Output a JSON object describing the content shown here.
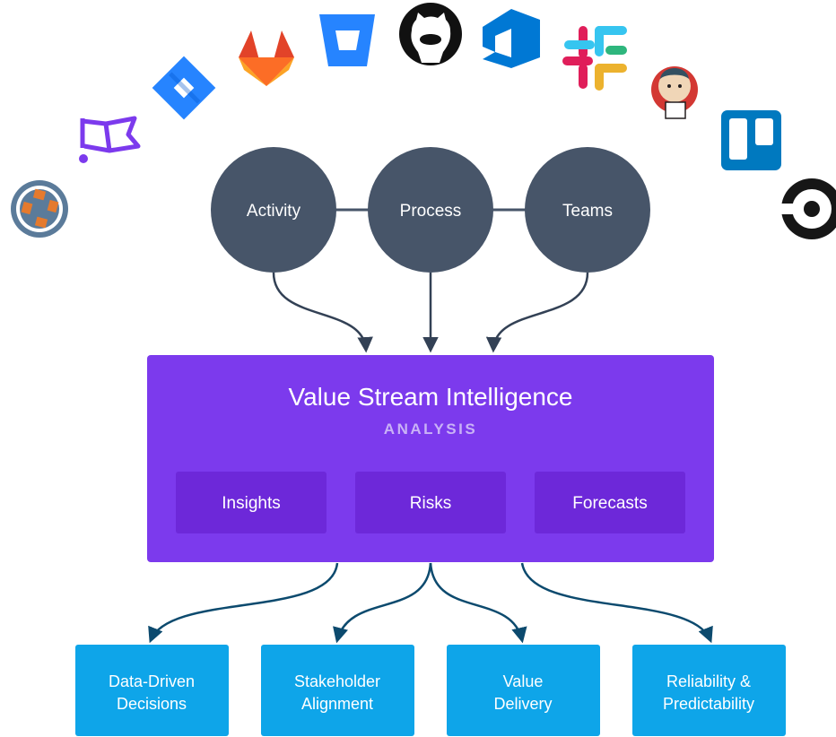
{
  "sources": [
    "Activity",
    "Process",
    "Teams"
  ],
  "hub": {
    "title": "Value Stream Intelligence",
    "subtitle": "ANALYSIS",
    "items": [
      "Insights",
      "Risks",
      "Forecasts"
    ]
  },
  "outcomes": [
    {
      "line1": "Data-Driven",
      "line2": "Decisions"
    },
    {
      "line1": "Stakeholder",
      "line2": "Alignment"
    },
    {
      "line1": "Value",
      "line2": "Delivery"
    },
    {
      "line1": "Reliability &",
      "line2": "Predictability"
    }
  ],
  "integration_logos": [
    "pivotal-tracker-icon",
    "flag-icon",
    "jira-icon",
    "gitlab-icon",
    "bitbucket-icon",
    "github-icon",
    "azure-devops-icon",
    "slack-icon",
    "jenkins-icon",
    "trello-icon",
    "circleci-icon"
  ],
  "colors": {
    "node": "#475569",
    "hub": "#7c3aed",
    "hub_inner": "#6d28d9",
    "outcome": "#0ea5e9",
    "arrow_in": "#334155",
    "arrow_out": "#0c4a6e"
  }
}
